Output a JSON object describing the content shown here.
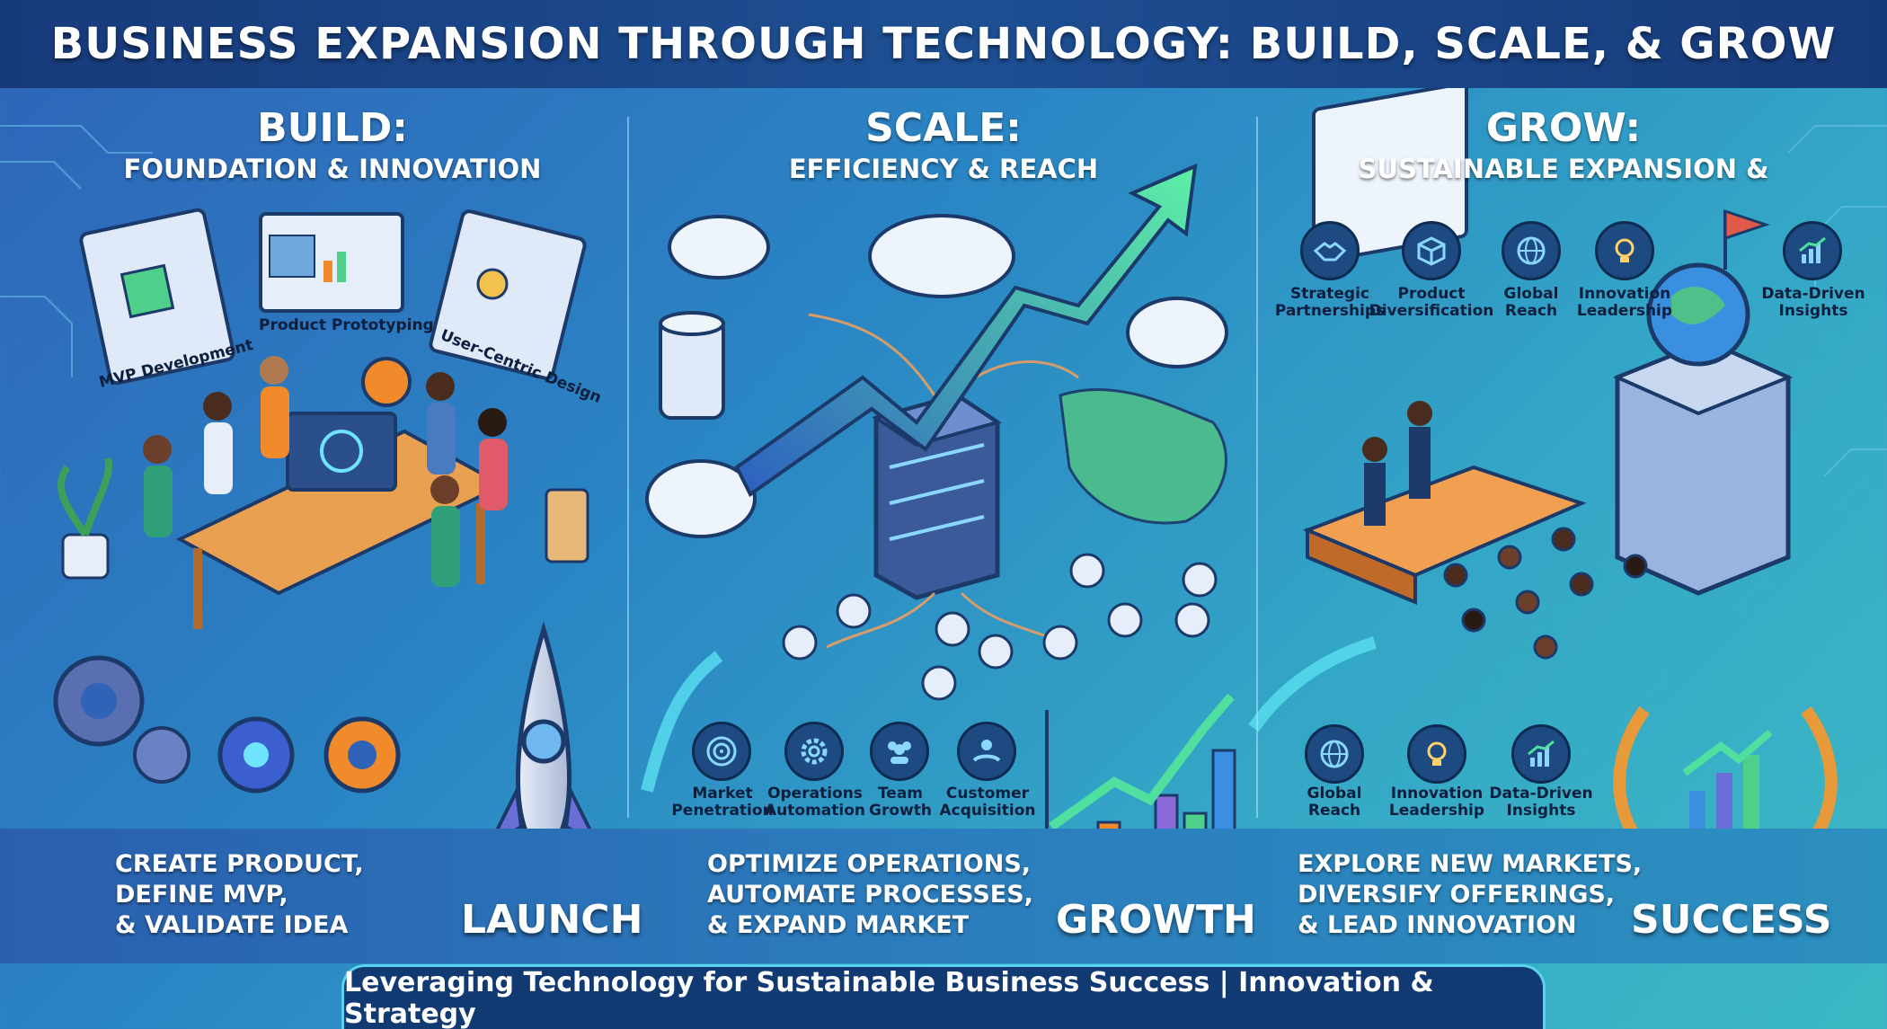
{
  "title": "BUSINESS EXPANSION THROUGH TECHNOLOGY: BUILD, SCALE, & GROW",
  "columns": [
    {
      "heading": "BUILD:",
      "subheading": "FOUNDATION & INNOVATION",
      "screens": [
        "MVP Development",
        "Product Prototyping",
        "User-Centric Design"
      ],
      "description": "CREATE PRODUCT,\nDEFINE MVP,\n& VALIDATE IDEA",
      "milestone": "LAUNCH"
    },
    {
      "heading": "SCALE:",
      "subheading": "EFFICIENCY & REACH",
      "icons": [
        {
          "label": "Market\nPenetration",
          "icon": "target-icon"
        },
        {
          "label": "Operations\nAutomation",
          "icon": "gear-icon"
        },
        {
          "label": "Team\nGrowth",
          "icon": "team-icon"
        },
        {
          "label": "Customer\nAcquisition",
          "icon": "customer-icon"
        }
      ],
      "description": "OPTIMIZE OPERATIONS,\nAUTOMATE PROCESSES,\n& EXPAND MARKET",
      "milestone": "GROWTH"
    },
    {
      "heading": "GROW:",
      "subheading": "SUSTAINABLE EXPANSION &",
      "top_icons": [
        {
          "label": "Strategic\nPartnerships",
          "icon": "handshake-icon"
        },
        {
          "label": "Product\nDiversification",
          "icon": "box-icon"
        },
        {
          "label": "Global\nReach",
          "icon": "globe-icon"
        },
        {
          "label": "Innovation\nLeadership",
          "icon": "lightbulb-icon"
        },
        {
          "label": "Data-Driven\nInsights",
          "icon": "bar-chart-icon"
        }
      ],
      "bottom_icons": [
        {
          "label": "Global\nReach",
          "icon": "globe-icon"
        },
        {
          "label": "Innovation\nLeadership",
          "icon": "lightbulb-icon"
        },
        {
          "label": "Data-Driven\nInsights",
          "icon": "bar-chart-icon"
        }
      ],
      "description": "EXPLORE NEW MARKETS,\nDIVERSIFY OFFERINGS,\n& LEAD INNOVATION",
      "milestone": "SUCCESS"
    }
  ],
  "footer": "Leveraging Technology for Sustainable Business Success | Innovation & Strategy",
  "colors": {
    "title_bg": "#173a7a",
    "accent_cyan": "#58d2ef",
    "icon_bg": "#1d4a80",
    "arrow_green": "#4fe0a0",
    "gear_orange": "#f08a2a"
  }
}
